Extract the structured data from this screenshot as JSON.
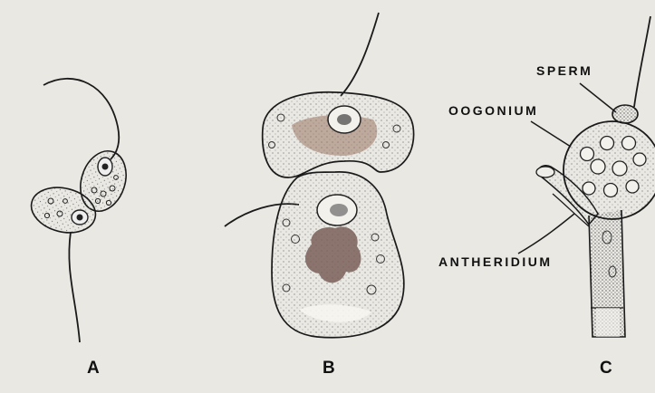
{
  "figure": {
    "labels": {
      "sperm": "SPERM",
      "oogonium": "OOGONIUM",
      "antheridium": "ANTHERIDIUM"
    },
    "panels": [
      {
        "id": "a",
        "letter": "A"
      },
      {
        "id": "b",
        "letter": "B"
      },
      {
        "id": "c",
        "letter": "C"
      }
    ]
  }
}
